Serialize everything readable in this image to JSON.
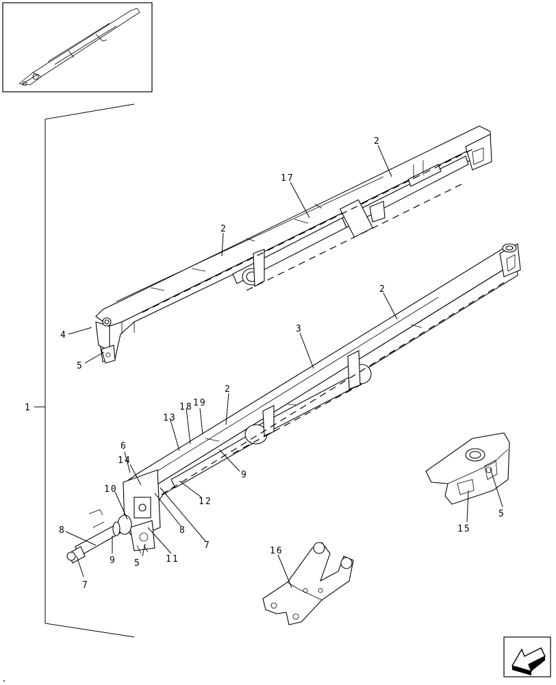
{
  "diagram": {
    "thumbnail": {
      "icon": "boom-assembly-thumbnail"
    },
    "assembly_callout": "1",
    "callouts": {
      "c2a": "2",
      "c17": "17",
      "c2b": "2",
      "c4": "4",
      "c5a": "5",
      "c2c": "2",
      "c3": "3",
      "c2d": "2",
      "c19": "19",
      "c18": "18",
      "c13": "13",
      "c6": "6",
      "c14": "14",
      "c9a": "9",
      "c12": "12",
      "c10": "10",
      "c8a": "8",
      "c7a": "7",
      "c8b": "8",
      "c9b": "9",
      "c5b": "5",
      "c11": "11",
      "c7b": "7",
      "c15": "15",
      "c5c": "5",
      "c16": "16"
    },
    "nav_icon": "next-page-arrow-icon"
  }
}
